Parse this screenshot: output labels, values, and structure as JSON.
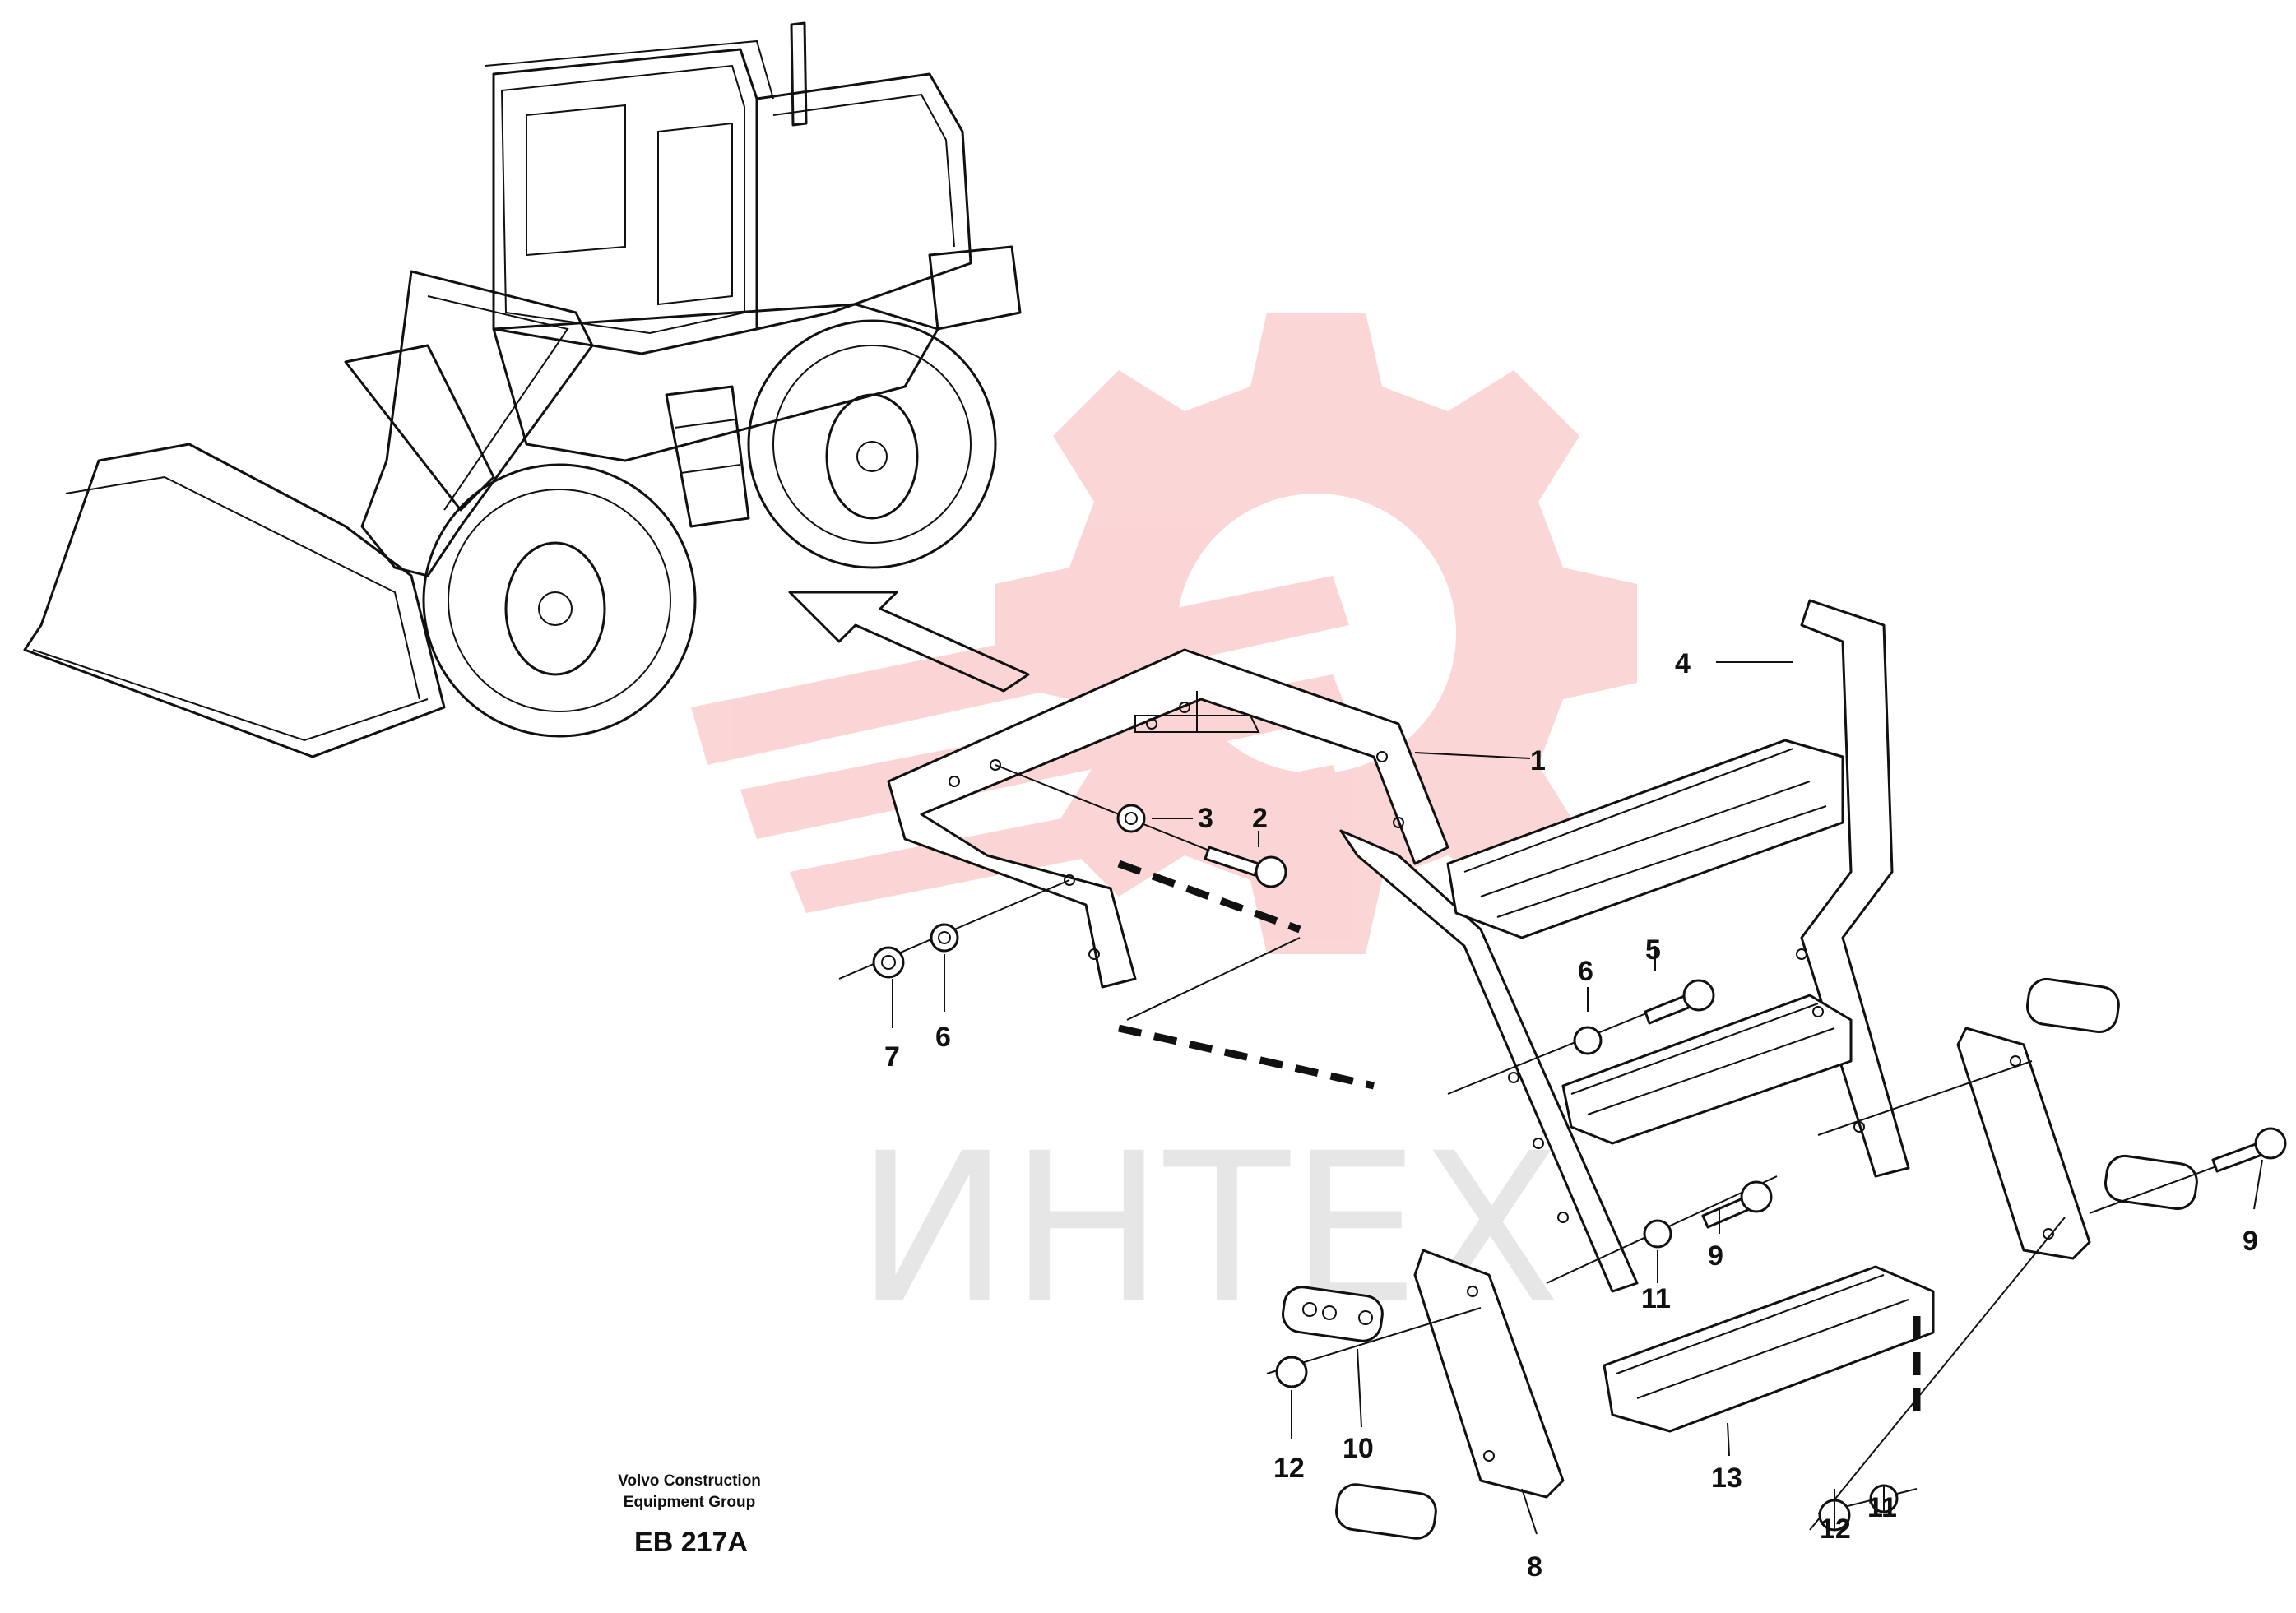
{
  "watermark": {
    "text": "ИНТЕХ",
    "color": "#f26b6b"
  },
  "credit": {
    "line1": "Volvo Construction",
    "line2": "Equipment Group"
  },
  "document_code": "EB 217A",
  "callouts": {
    "c1": "1",
    "c2": "2",
    "c3": "3",
    "c4": "4",
    "c5": "5",
    "c6a": "6",
    "c6b": "6",
    "c7": "7",
    "c8": "8",
    "c9a": "9",
    "c9b": "9",
    "c10": "10",
    "c11a": "11",
    "c11b": "11",
    "c12a": "12",
    "c12b": "12",
    "c13": "13"
  }
}
